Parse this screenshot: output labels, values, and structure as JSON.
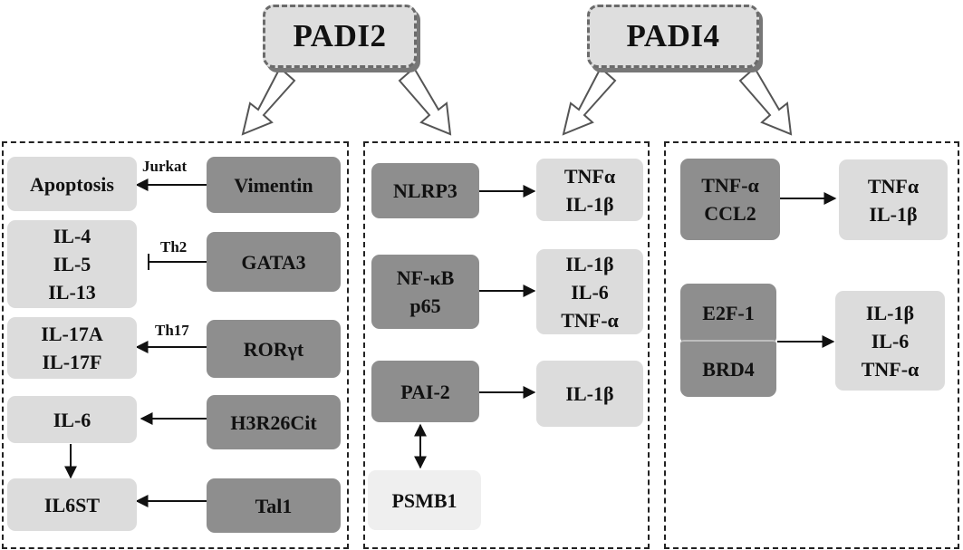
{
  "hubs": {
    "padi2": "PADI2",
    "padi4": "PADI4"
  },
  "left_panel": {
    "vimentin": "Vimentin",
    "apoptosis": "Apoptosis",
    "jurkat": "Jurkat",
    "gata3": "GATA3",
    "il4": "IL-4",
    "il5": "IL-5",
    "il13": "IL-13",
    "th2": "Th2",
    "rorgt": "RORγt",
    "il17a": "IL-17A",
    "il17f": "IL-17F",
    "th17": "Th17",
    "h3r26cit": "H3R26Cit",
    "il6": "IL-6",
    "tal1": "Tal1",
    "il6st": "IL6ST"
  },
  "middle_panel": {
    "nlrp3": "NLRP3",
    "tnfa": "TNFα",
    "il1b": "IL-1β",
    "nfkb": "NF-κB",
    "p65": "p65",
    "il1b_2": "IL-1β",
    "il6": "IL-6",
    "tnf_alpha": "TNF-α",
    "pai2": "PAI-2",
    "il1b_3": "IL-1β",
    "psmb1": "PSMB1"
  },
  "right_panel": {
    "tnf_alpha": "TNF-α",
    "ccl2": "CCL2",
    "tnfa": "TNFα",
    "il1b": "IL-1β",
    "e2f1": "E2F-1",
    "brd4": "BRD4",
    "il1b_2": "IL-1β",
    "il6": "IL-6",
    "tnf_alpha_2": "TNF-α"
  }
}
